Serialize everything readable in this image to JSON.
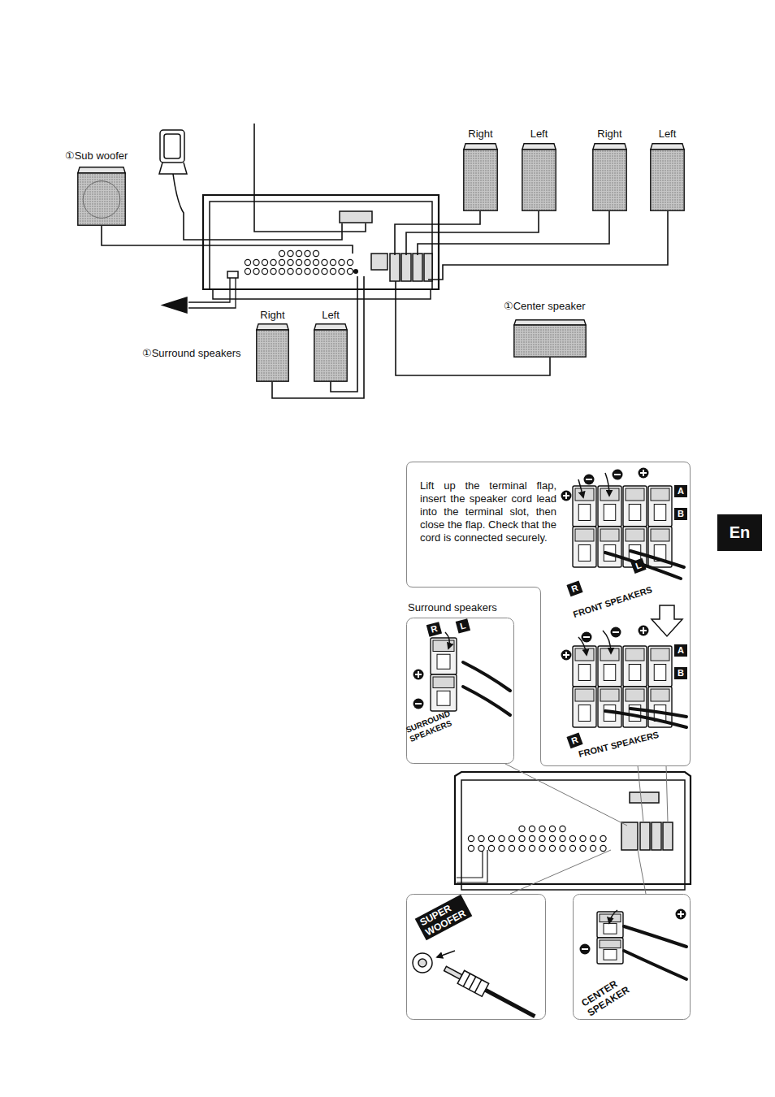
{
  "diagram": {
    "nodes": [
      {
        "text": [
          "①Sub woofer"
        ]
      },
      {
        "text": [
          "Right"
        ]
      },
      {
        "text": [
          "Left"
        ]
      },
      {
        "text": [
          "Right"
        ]
      },
      {
        "text": [
          "Left"
        ]
      },
      {
        "text": [
          "①Center speaker"
        ]
      },
      {
        "text": [
          "Right"
        ]
      },
      {
        "text": [
          "Left"
        ]
      },
      {
        "text": [
          "Lift up the terminal flap, insert the speaker cord lead into the terminal slot, then close the flap. Check that the cord is connected securely."
        ]
      },
      {
        "text": [
          "Surround speakers"
        ]
      },
      {
        "text": [
          "SUPER WOOFER"
        ]
      },
      {
        "text": [
          "CENTER SPEAKER"
        ]
      }
    ],
    "labels": [
      "①Surround speakers",
      "A",
      "B",
      "R",
      "L",
      "FRONT SPEAKERS",
      "A",
      "B",
      "R",
      "FRONT SPEAKERS",
      "R",
      "L",
      "SURROUND SPEAKERS",
      "En"
    ]
  }
}
